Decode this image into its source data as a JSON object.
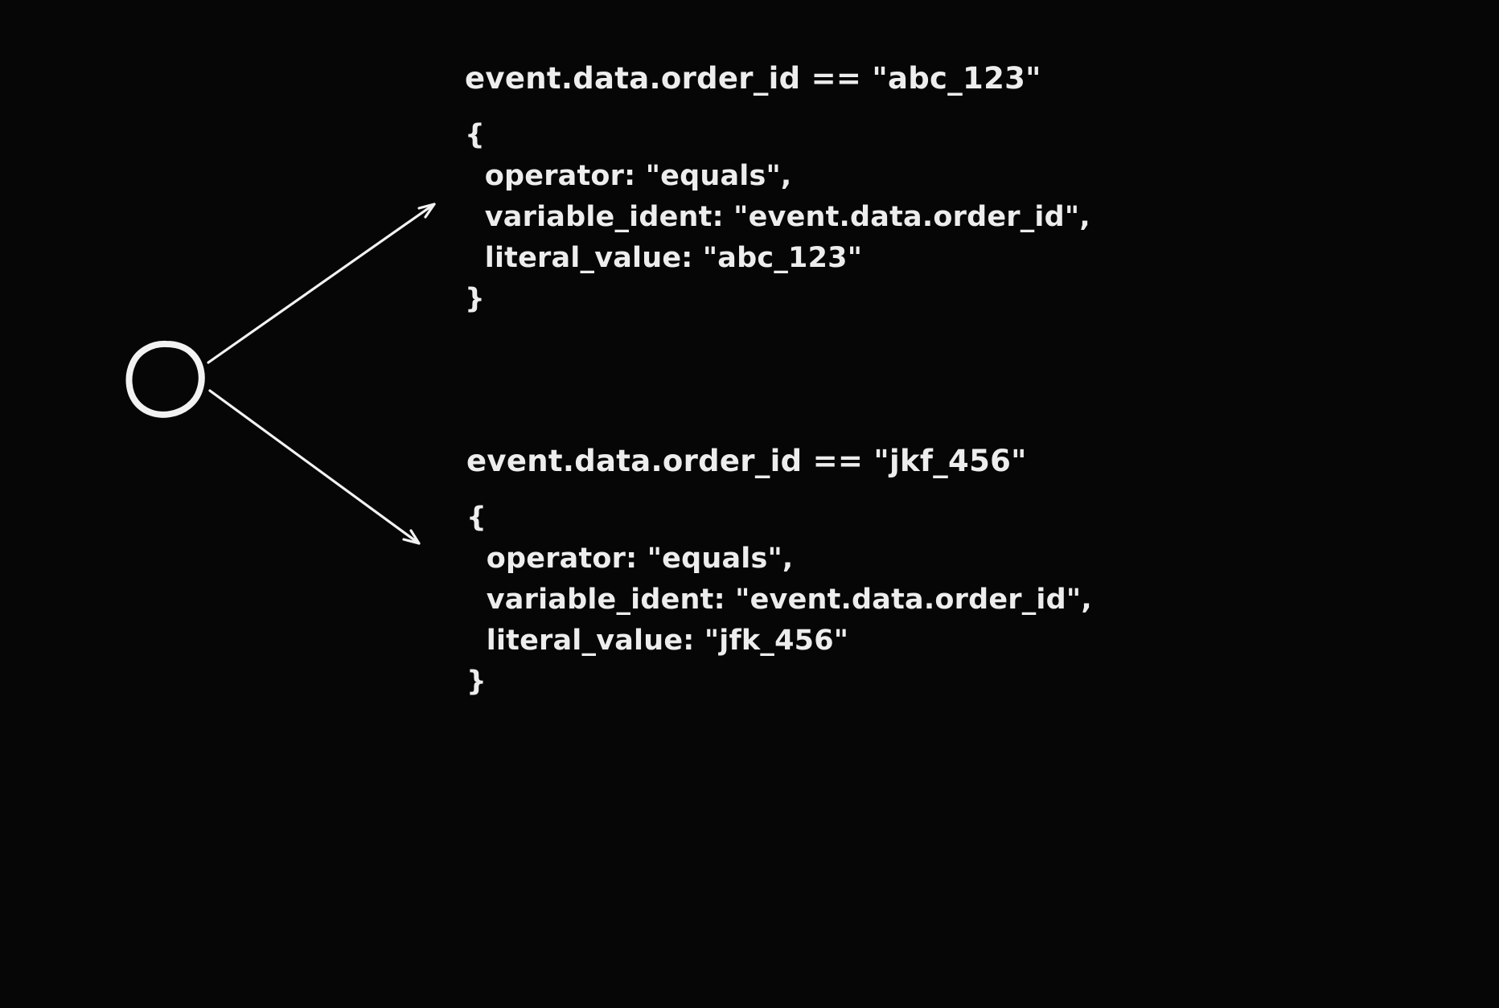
{
  "colors": {
    "background": "#060606",
    "text": "#ededed",
    "stroke": "#f2f2f2"
  },
  "shapes": {
    "node": "hand-drawn-circle",
    "connectors": [
      "arrow-to-top-branch",
      "arrow-to-bottom-branch"
    ]
  },
  "branches": [
    {
      "title": "event.data.order_id == \"abc_123\"",
      "code_lines": [
        "{",
        "  operator: \"equals\",",
        "  variable_ident: \"event.data.order_id\",",
        "  literal_value: \"abc_123\"",
        "}"
      ]
    },
    {
      "title": "event.data.order_id == \"jkf_456\"",
      "code_lines": [
        "{",
        "  operator: \"equals\",",
        "  variable_ident: \"event.data.order_id\",",
        "  literal_value: \"jfk_456\"",
        "}"
      ]
    }
  ]
}
